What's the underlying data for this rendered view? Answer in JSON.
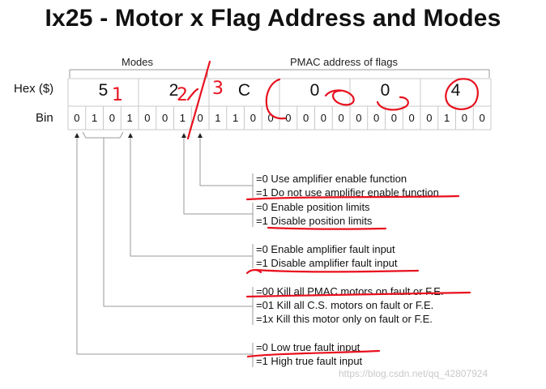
{
  "title": "Ix25 - Motor x Flag Address and Modes",
  "header_modes": "Modes",
  "header_pmac": "PMAC address of flags",
  "row_hex_label": "Hex ($)",
  "row_bin_label": "Bin",
  "hex_digits": [
    "5",
    "2",
    "C",
    "0",
    "0",
    "4"
  ],
  "bits": [
    "0",
    "1",
    "0",
    "1",
    "0",
    "0",
    "1",
    "0",
    "1",
    "1",
    "0",
    "0",
    "0",
    "0",
    "0",
    "0",
    "0",
    "0",
    "0",
    "0",
    "0",
    "1",
    "0",
    "0"
  ],
  "descriptions": [
    {
      "lines": [
        "=0  Use amplifier enable function",
        "=1  Do not use amplifier enable function"
      ]
    },
    {
      "lines": [
        "=0  Enable position limits",
        "=1  Disable position limits"
      ]
    },
    {
      "lines": [
        "=0  Enable amplifier fault input",
        "=1  Disable amplifier fault input"
      ]
    },
    {
      "lines": [
        "=00  Kill all PMAC motors on fault or F.E.",
        "=01  Kill all C.S. motors on fault or F.E.",
        "=1x  Kill this motor only on fault or F.E."
      ]
    },
    {
      "lines": [
        "=0  Low true fault input",
        "=1  High true fault input"
      ]
    }
  ],
  "handwritten_annotations": {
    "digit_values": [
      "1",
      "2",
      "3"
    ],
    "ink_color": "#e8101e"
  },
  "watermark": "https://blog.csdn.net/qq_42807924"
}
